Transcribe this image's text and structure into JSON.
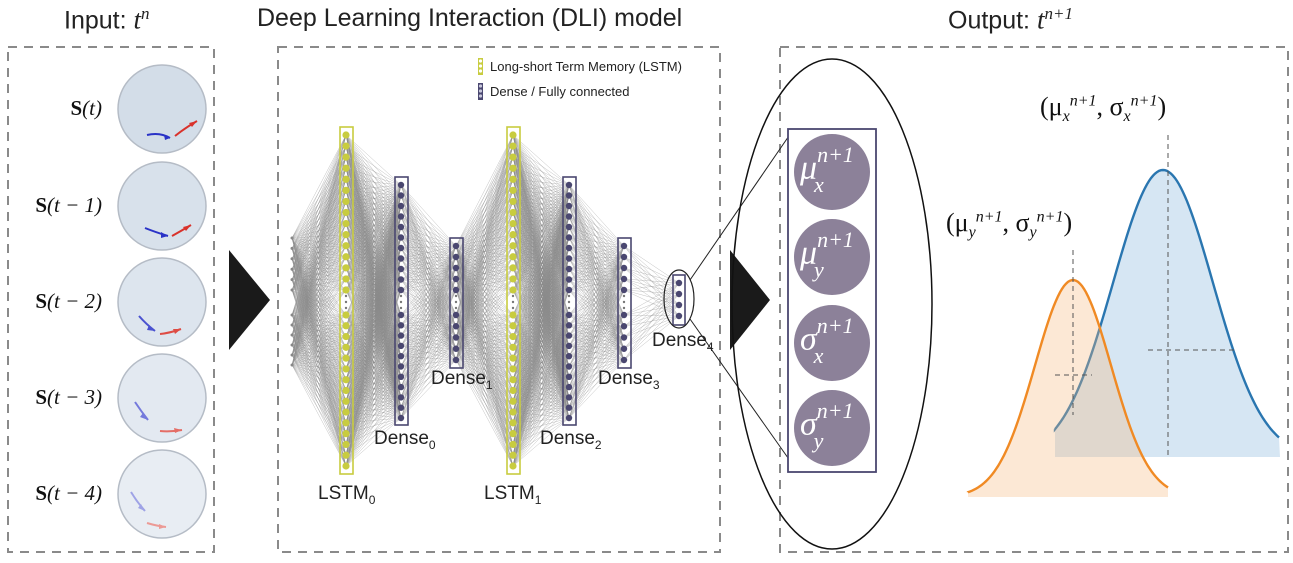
{
  "headers": {
    "input": "Input: ",
    "input_var": "t",
    "input_sup": "n",
    "model": "Deep Learning Interaction (DLI) model",
    "output": "Output: ",
    "output_var": "t",
    "output_sup": "n+1"
  },
  "inputs": [
    {
      "label": "S",
      "arg": "(t)"
    },
    {
      "label": "S",
      "arg": "(t − 1)"
    },
    {
      "label": "S",
      "arg": "(t − 2)"
    },
    {
      "label": "S",
      "arg": "(t − 3)"
    },
    {
      "label": "S",
      "arg": "(t − 4)"
    }
  ],
  "legend": {
    "lstm": "Long-short Term Memory (LSTM)",
    "dense": "Dense / Fully connected"
  },
  "layers": {
    "lstm0": "LSTM",
    "lstm0_sub": "0",
    "lstm1": "LSTM",
    "lstm1_sub": "1",
    "dense0": "Dense",
    "dense0_sub": "0",
    "dense1": "Dense",
    "dense1_sub": "1",
    "dense2": "Dense",
    "dense2_sub": "2",
    "dense3": "Dense",
    "dense3_sub": "3",
    "dense4": "Dense",
    "dense4_sub": "4"
  },
  "outputs": [
    {
      "sym": "μ",
      "sub": "x",
      "sup": "n+1"
    },
    {
      "sym": "μ",
      "sub": "y",
      "sup": "n+1"
    },
    {
      "sym": "σ",
      "sub": "x",
      "sup": "n+1"
    },
    {
      "sym": "σ",
      "sub": "y",
      "sup": "n+1"
    }
  ],
  "params": {
    "x": "(μ",
    "x_sub": "x",
    "x_sup": "n+1",
    "x_mid": ", σ",
    "x_sub2": "x",
    "x_sup2": "n+1",
    "x_end": ")",
    "y": "(μ",
    "y_sub": "y",
    "y_sup": "n+1",
    "y_mid": ", σ",
    "y_sub2": "y",
    "y_sup2": "n+1",
    "y_end": ")"
  },
  "colors": {
    "lstm": "#c8cc3f",
    "dense": "#4a4770",
    "node_fill": "#8c8199",
    "blue_fish": "#2a33c7",
    "red_fish": "#d9322b",
    "dist_blue": "#2a76b0",
    "dist_orange": "#f08a24",
    "arena": "#d7e0ea"
  }
}
